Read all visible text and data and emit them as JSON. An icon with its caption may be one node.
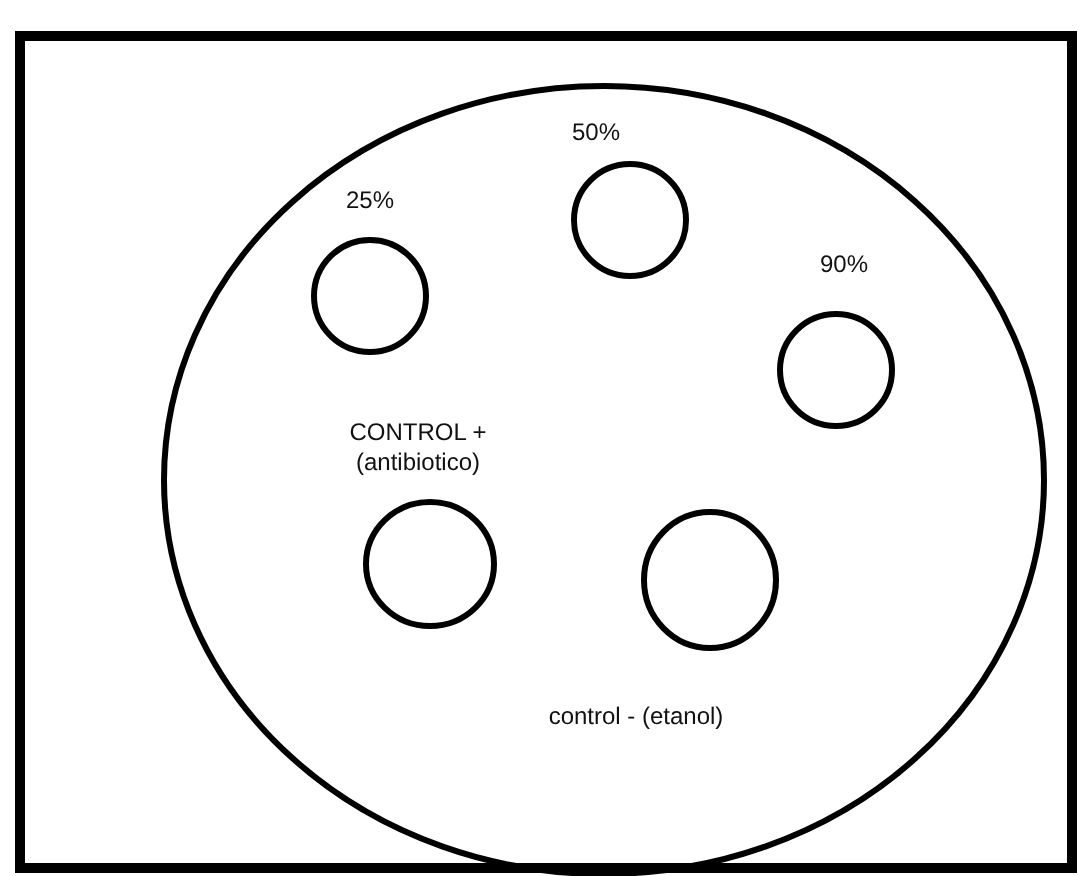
{
  "diagram": {
    "nodes": [
      {
        "text": [],
        "shape": "circle"
      },
      {
        "text": [],
        "shape": "circle",
        "in": 0,
        "beside": [
          "50%"
        ]
      },
      {
        "text": [],
        "shape": "circle",
        "in": 0,
        "beside": [
          "25%"
        ]
      },
      {
        "text": [],
        "shape": "circle",
        "in": 0,
        "beside": [
          "90%"
        ]
      },
      {
        "text": [],
        "shape": "circle",
        "in": 0,
        "beside": [
          "CONTROL + (antibiotico)"
        ]
      },
      {
        "text": [],
        "shape": "circle",
        "in": 0,
        "beside": [
          "control - (etanol)"
        ]
      }
    ]
  }
}
